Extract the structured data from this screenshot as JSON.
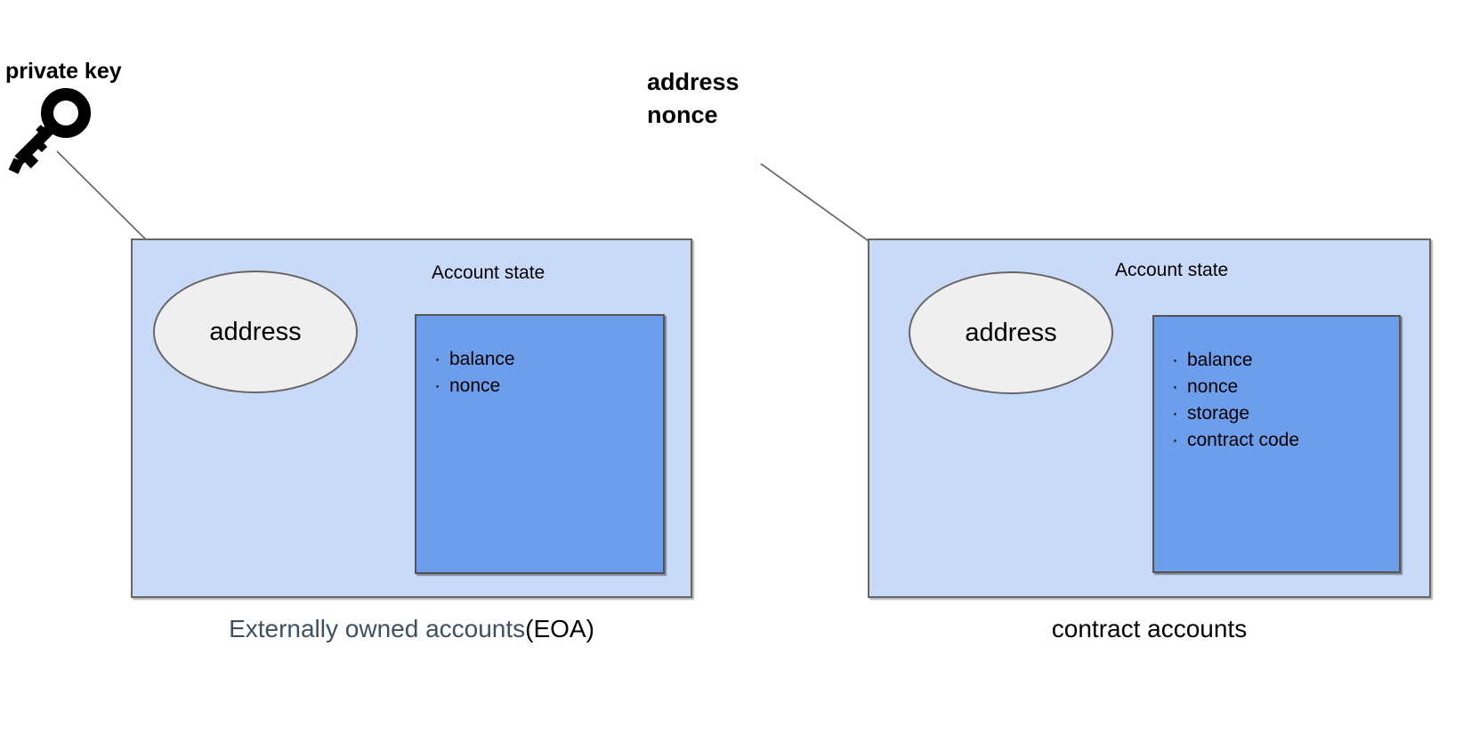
{
  "diagram": {
    "private_key_label": "private key",
    "address_nonce_label": [
      "address",
      "nonce"
    ],
    "bullet": "·",
    "eoa": {
      "address_label": "address",
      "account_state_title": "Account state",
      "state_items": [
        "balance",
        "nonce"
      ],
      "caption_main": "Externally owned accounts",
      "caption_suffix": "(EOA)"
    },
    "contract": {
      "address_label": "address",
      "account_state_title": "Account state",
      "state_items": [
        "balance",
        "nonce",
        "storage",
        "contract code"
      ],
      "caption": "contract accounts"
    }
  },
  "colors": {
    "outer-box-fill": "#c9daf8",
    "inner-box-fill": "#6d9eeb",
    "ellipse-fill": "#efefef",
    "border": "#666666",
    "arrow": "#666666",
    "caption-accent": "#3e5064",
    "text": "#000000"
  },
  "icons": {
    "key": "key-icon"
  }
}
